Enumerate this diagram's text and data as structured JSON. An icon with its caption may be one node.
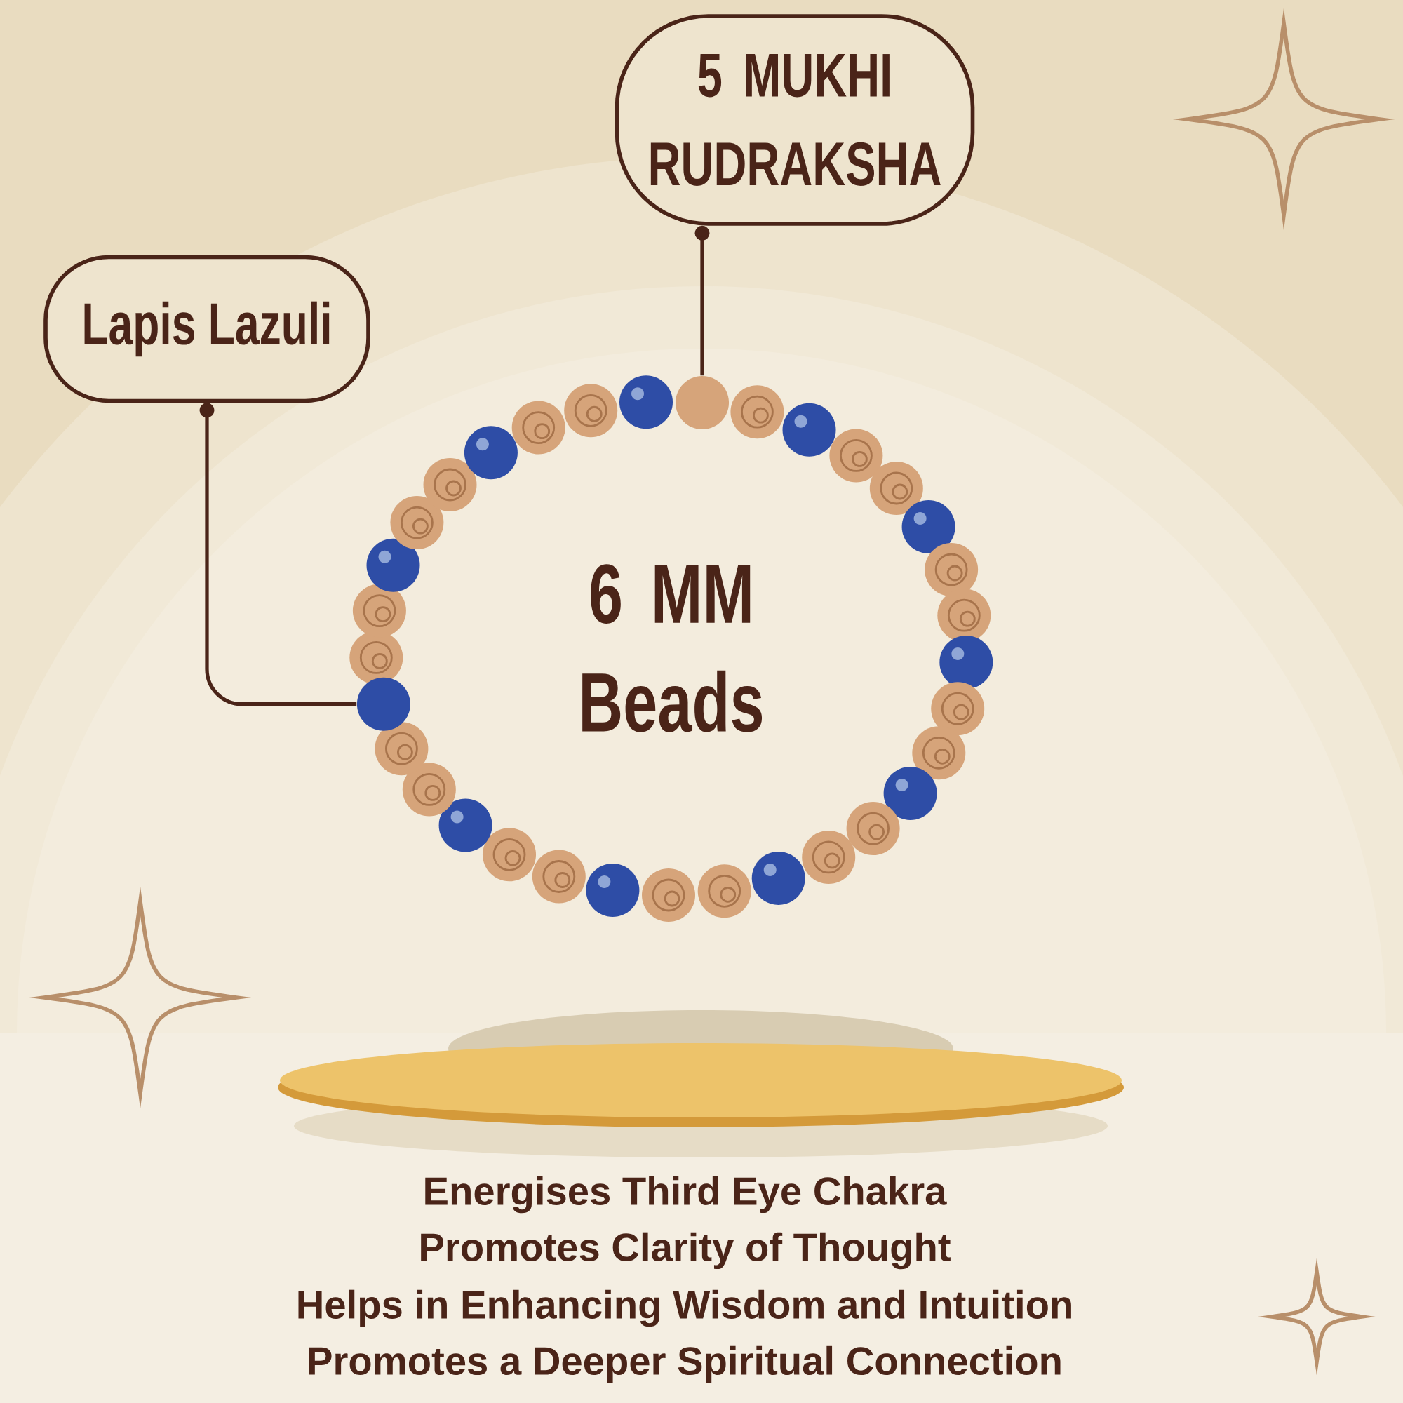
{
  "diagram": {
    "nodes": [
      {
        "text": [
          "Lapis Lazuli"
        ]
      },
      {
        "text": [
          "5 MUKHI RUDRAKSHA"
        ]
      },
      {
        "text": [],
        "shape": "circle"
      },
      {
        "text": [],
        "shape": "circle"
      }
    ],
    "edges": [
      {
        "from": 0,
        "to": 2,
        "arrow": "other"
      },
      {
        "from": 1,
        "to": 3,
        "arrow": "other"
      }
    ],
    "labels": [
      "6 MM Beads",
      "Energises Third Eye Chakra",
      "Promotes Clarity of Thought",
      "Helps in Enhancing Wisdom and Intuition",
      "Promotes a Deeper Spiritual Connection"
    ]
  }
}
